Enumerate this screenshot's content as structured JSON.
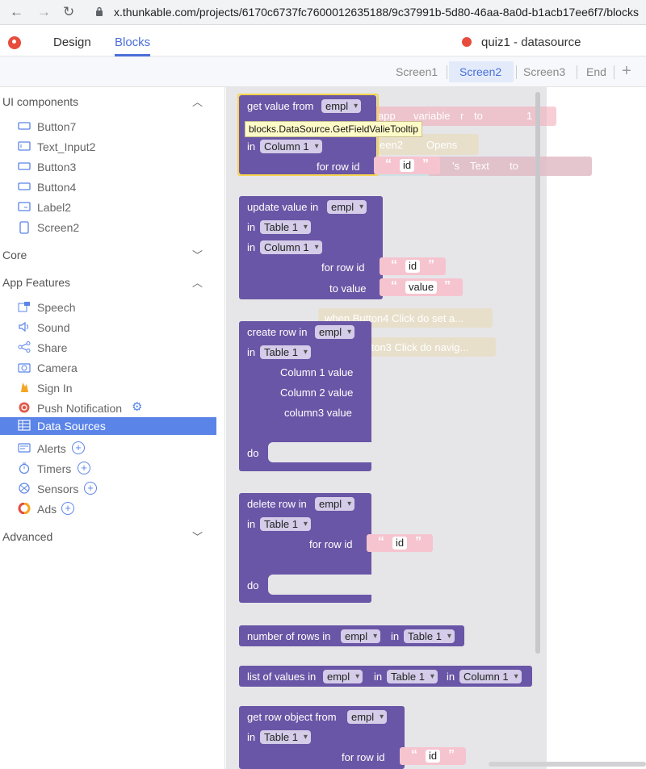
{
  "browser": {
    "url": "x.thunkable.com/projects/6170c6737fc7600012635188/9c37991b-5d80-46aa-8a0d-b1acb17ee6f7/blocks"
  },
  "header": {
    "tabs": [
      "Design",
      "Blocks"
    ],
    "active_tab": "Blocks",
    "project_name": "quiz1 - datasource"
  },
  "screens": {
    "tabs": [
      "Screen1",
      "Screen2",
      "Screen3",
      "End"
    ],
    "active": "Screen2",
    "add": "+"
  },
  "sidebar": {
    "ui_components": {
      "label": "UI components",
      "items": [
        "Button7",
        "Text_Input2",
        "Button3",
        "Button4",
        "Label2",
        "Screen2"
      ]
    },
    "core": {
      "label": "Core"
    },
    "app_features": {
      "label": "App Features",
      "items": [
        "Speech",
        "Sound",
        "Share",
        "Camera",
        "Sign In",
        "Push Notification",
        "Data Sources",
        "Alerts",
        "Timers",
        "Sensors",
        "Ads"
      ],
      "selected": "Data Sources"
    },
    "advanced": {
      "label": "Advanced"
    }
  },
  "tooltip": "blocks.DataSource.GetFieldValieTooltip",
  "blocks": {
    "get_value": {
      "title": "get value from",
      "source": "empl",
      "in": "in",
      "column": "Column 1",
      "row_label": "for row id",
      "row_value": "id"
    },
    "update_value": {
      "title": "update value in",
      "source": "empl",
      "in": "in",
      "table": "Table 1",
      "column": "Column 1",
      "row_label": "for row id",
      "row_value": "id",
      "to_label": "to value",
      "to_value": "value"
    },
    "create_row": {
      "title": "create row in",
      "source": "empl",
      "in": "in",
      "table": "Table 1",
      "col1": "Column 1 value",
      "col2": "Column 2 value",
      "col3": "column3 value",
      "do": "do"
    },
    "delete_row": {
      "title": "delete row in",
      "source": "empl",
      "in": "in",
      "table": "Table 1",
      "row_label": "for row id",
      "row_value": "id",
      "do": "do"
    },
    "num_rows": {
      "title": "number of rows in",
      "source": "empl",
      "in": "in",
      "table": "Table 1"
    },
    "list_values": {
      "title": "list of values in",
      "source": "empl",
      "in": "in",
      "table": "Table 1",
      "column": "Column 1"
    },
    "row_object": {
      "title": "get row object from",
      "source": "empl",
      "in": "in",
      "table": "Table 1",
      "row_label": "for row id",
      "row_value": "id"
    }
  },
  "ghost_blocks": {
    "app_var": "app",
    "variable": "variable",
    "r": "r",
    "to": "to",
    "one": "1",
    "een2": "een2",
    "opens": "Opens",
    "s": "'s",
    "text": "Text",
    "when4": "when Button4 Click do set a...",
    "when3": "tton3 Click do navig..."
  }
}
